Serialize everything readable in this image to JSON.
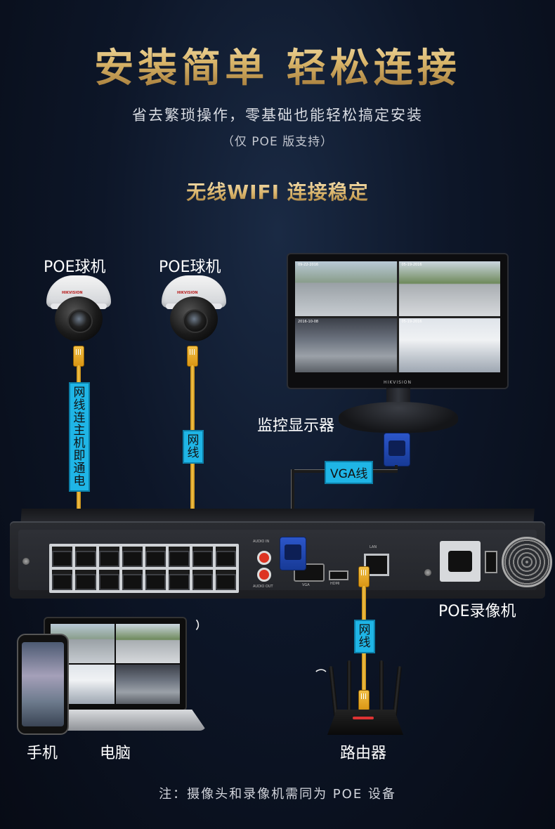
{
  "header": {
    "title": "安装简单  轻松连接",
    "subtitle": "省去繁琐操作，零基础也能轻松搞定安装",
    "note": "（仅 POE 版支持）",
    "wifi_title": "无线WIFI  连接稳定"
  },
  "devices": {
    "camera_1": "POE球机",
    "camera_2": "POE球机",
    "monitor": "监控显示器",
    "nvr": "POE录像机",
    "phone": "手机",
    "computer": "电脑",
    "router": "路由器"
  },
  "cables": {
    "cable_1": "网线连主机即通电",
    "cable_2": "网线",
    "vga": "VGA线",
    "router_cable": "网线"
  },
  "brands": {
    "camera": "HIKVISION",
    "monitor": "HIKVISION"
  },
  "nvr_ports": {
    "audio_in": "AUDIO IN",
    "audio_out": "AUDIO OUT",
    "vga": "VGA",
    "hdmi": "HDMI",
    "lan": "LAN"
  },
  "footer": {
    "note": "注：摄像头和录像机需同为 POE 设备"
  },
  "colors": {
    "title_gold": "#d9b56a",
    "label_blue": "#1fb5e6",
    "cable_yellow": "#f4c34a",
    "background": "#0d1628"
  },
  "icons": [
    "wifi-icon"
  ]
}
